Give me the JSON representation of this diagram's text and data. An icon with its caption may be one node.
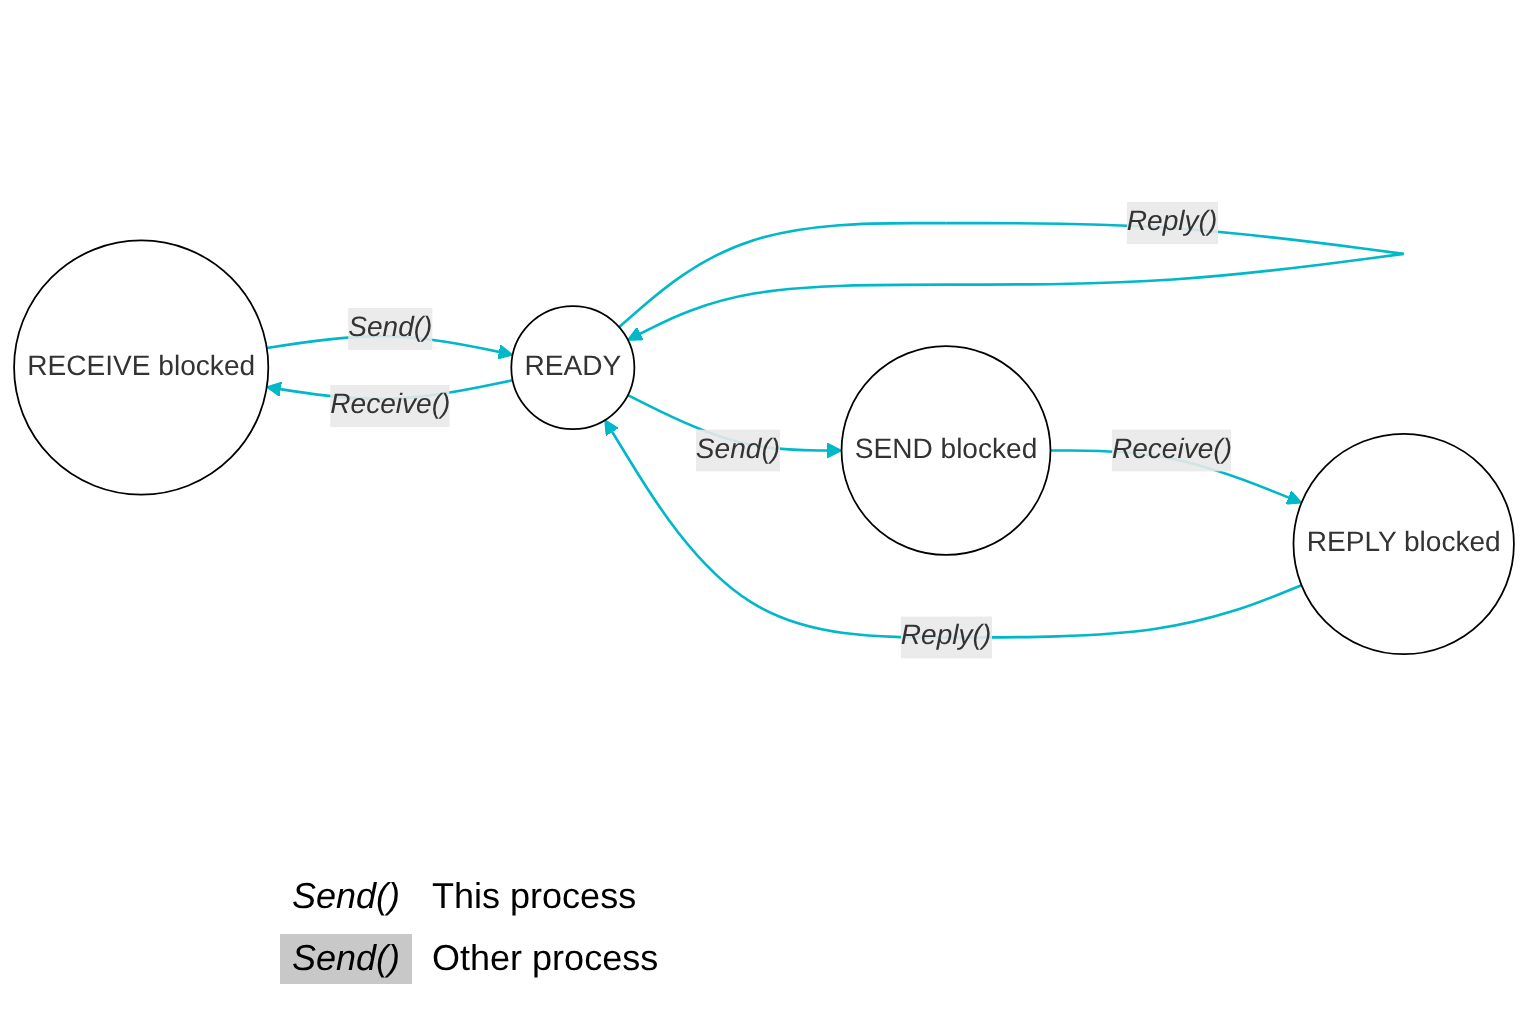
{
  "diagram": {
    "nodes": [
      {
        "text": [
          "RECEIVE blocked"
        ]
      },
      {
        "text": [
          "READY"
        ]
      },
      {
        "text": [
          "SEND blocked"
        ]
      },
      {
        "text": [
          "REPLY blocked"
        ]
      }
    ],
    "edges": [
      {
        "from": 1,
        "to": 1,
        "arrow": "to",
        "label": "Reply()"
      },
      {
        "from": 0,
        "to": 1,
        "arrow": "to",
        "label": "Send()"
      },
      {
        "from": 1,
        "to": 0,
        "arrow": "to",
        "label": "Receive()"
      },
      {
        "from": 1,
        "to": 2,
        "arrow": "to",
        "label": "Send()"
      },
      {
        "from": 2,
        "to": 3,
        "arrow": "to",
        "label": "Receive()"
      },
      {
        "from": 3,
        "to": 1,
        "arrow": "to",
        "label": "Reply()"
      }
    ],
    "labels": [
      "Send()",
      "Send()"
    ],
    "legend": [
      {
        "text": "This process"
      },
      {
        "text": "Other process",
        "color": "#c8c8c8"
      }
    ]
  }
}
